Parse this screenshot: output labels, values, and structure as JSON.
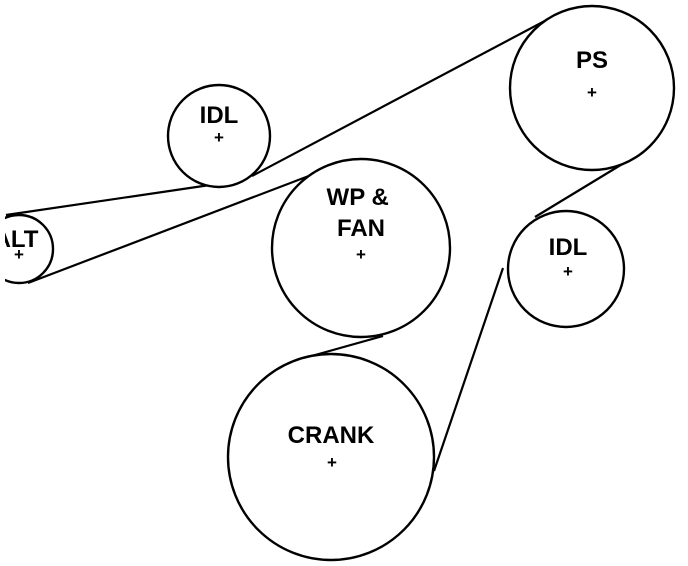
{
  "diagram": {
    "belt_color": "#000000",
    "background_color": "#ffffff",
    "center_mark": "+",
    "pulleys": {
      "ps": {
        "label_lines": [
          "PS"
        ]
      },
      "idl_top": {
        "label_lines": [
          "IDL"
        ]
      },
      "alt": {
        "label_lines": [
          "ALT"
        ]
      },
      "wp_fan": {
        "label_lines": [
          "WP &",
          "FAN"
        ]
      },
      "idl_right": {
        "label_lines": [
          "IDL"
        ]
      },
      "crank": {
        "label_lines": [
          "CRANK"
        ]
      }
    }
  }
}
